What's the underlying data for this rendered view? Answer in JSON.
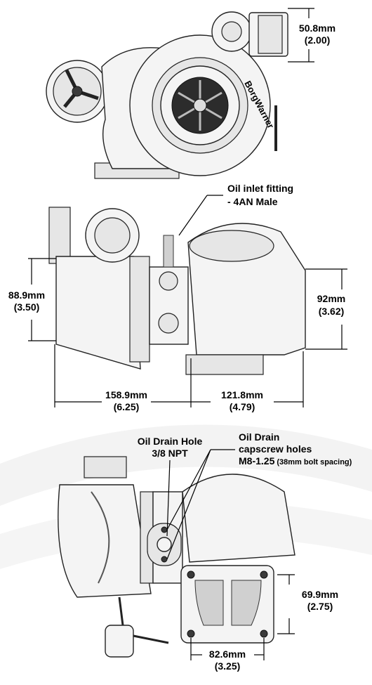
{
  "views": {
    "top": {
      "outlet_dim": {
        "mm": "50.8mm",
        "in": "(2.00)"
      },
      "brand": "BorgWarner"
    },
    "side": {
      "callout": {
        "line1": "Oil inlet fitting",
        "line2": "- 4AN Male"
      },
      "left_dim": {
        "mm": "88.9mm",
        "in": "(3.50)"
      },
      "right_dim": {
        "mm": "92mm",
        "in": "(3.62)"
      },
      "bottom_left_dim": {
        "mm": "158.9mm",
        "in": "(6.25)"
      },
      "bottom_right_dim": {
        "mm": "121.8mm",
        "in": "(4.79)"
      }
    },
    "bottom": {
      "drain_hole": {
        "line1": "Oil Drain Hole",
        "line2": "3/8 NPT"
      },
      "drain_holes": {
        "line1": "Oil Drain",
        "line2": "capscrew holes",
        "line3": "M8-1.25",
        "line3_note": "(38mm bolt spacing)"
      },
      "flange_height_dim": {
        "mm": "69.9mm",
        "in": "(2.75)"
      },
      "flange_width_dim": {
        "mm": "82.6mm",
        "in": "(3.25)"
      }
    }
  }
}
